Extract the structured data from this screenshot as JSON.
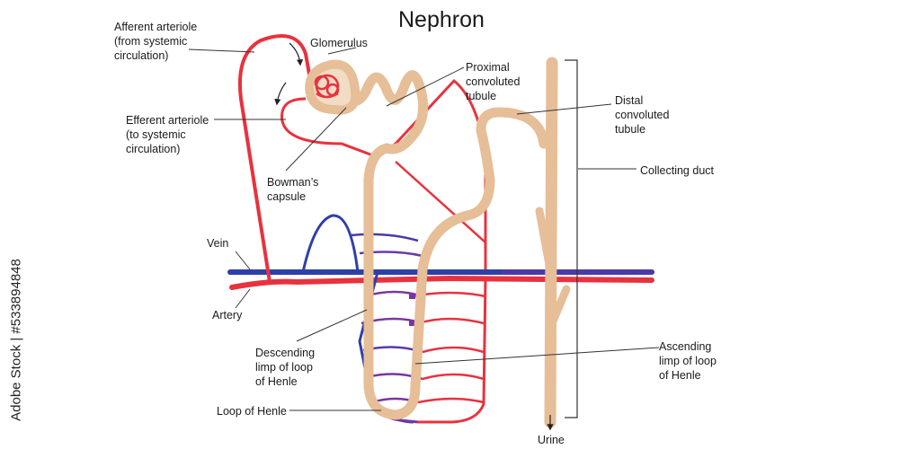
{
  "title": "Nephron",
  "labels": {
    "afferent": "Afferent arteriole\n(from systemic\ncirculation)",
    "glomerulus": "Glomerulus",
    "proximal": "Proximal\nconvoluted\ntubule",
    "efferent": "Efferent arteriole\n(to systemic\ncirculation)",
    "bowman": "Bowman’s\ncapsule",
    "distal": "Distal\nconvoluted\ntubule",
    "collecting": "Collecting duct",
    "vein": "Vein",
    "artery": "Artery",
    "descending": "Descending\nlimp of loop\nof Henle",
    "ascending": "Ascending\nlimp of loop\nof Henle",
    "loop": "Loop of Henle",
    "urine": "Urine"
  },
  "watermark": "Adobe Stock | #533894848",
  "colors": {
    "artery": "#e8323e",
    "vein": "#2e3fa8",
    "tubule": "#e6be97",
    "capillary_mix": "#7a35a0"
  }
}
